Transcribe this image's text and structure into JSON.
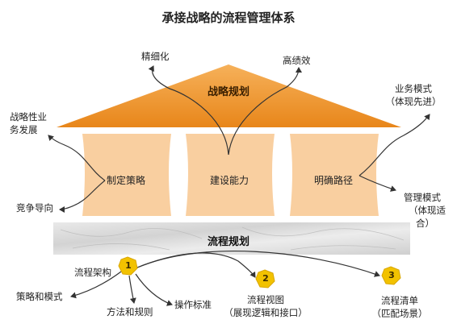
{
  "title": "承接战略的流程管理体系",
  "roof": {
    "label": "战略规划"
  },
  "base": {
    "label": "流程规划"
  },
  "pillars": [
    "制定策略",
    "建设能力",
    "明确路径"
  ],
  "top_labels": {
    "left": "精细化",
    "right": "高绩效"
  },
  "left_labels": {
    "upper_line1": "战略性业",
    "upper_line2": "务发展",
    "lower": "竞争导向"
  },
  "right_labels": {
    "upper_line1": "业务模式",
    "upper_line2": "（体现先进）",
    "lower_line1": "管理模式",
    "lower_line2": "（体现适",
    "lower_line3": "合）"
  },
  "bottom": {
    "badges": [
      "1",
      "2",
      "3"
    ],
    "architecture": "流程架构",
    "strategy_mode": "策略和模式",
    "methods_rules": "方法和规则",
    "operation_standard": "操作标准",
    "view_line1": "流程视图",
    "view_line2": "（展现逻辑和接口）",
    "list_line1": "流程清单",
    "list_line2": "（匹配场景）"
  },
  "colors": {
    "roof_top": "#f6b15a",
    "roof_bottom": "#e8861a",
    "pillar": "#f9cfa0",
    "badge": "#f2c200",
    "base": "#dedede"
  }
}
